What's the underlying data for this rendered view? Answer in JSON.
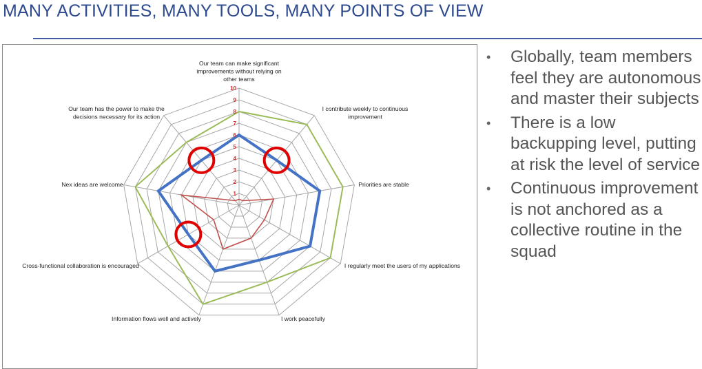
{
  "title": "MANY ACTIVITIES, MANY TOOLS, MANY POINTS OF VIEW",
  "bullets": [
    "Globally, team members feel they are autonomous and master their subjects",
    "There is a low backupping level, putting at risk the level of service",
    "Continuous improvement is not anchored as a collective routine in the squad"
  ],
  "chart_data": {
    "type": "radar",
    "axes": [
      "Our team can make significant improvements without relying on other teams",
      "I contribute weekly to continuous improvement",
      "Priorities are stable",
      "I regularly meet the users of my applications",
      "I work peacefully",
      "Information flows well and actively",
      "Cross-functional collaboration is encouraged",
      "Nex ideas are welcome",
      "Our team has the power to make the decisions necessary for its action"
    ],
    "ticks": [
      1,
      2,
      3,
      4,
      5,
      6,
      7,
      8,
      9,
      10
    ],
    "rmax": 10,
    "series": [
      {
        "color": "#4472c4",
        "width": 4,
        "values": [
          6,
          5,
          7,
          7,
          5,
          6,
          5,
          7,
          5
        ]
      },
      {
        "color": "#9bbb59",
        "width": 2,
        "values": [
          8,
          9,
          9,
          9,
          7,
          9,
          7,
          9,
          7
        ]
      },
      {
        "color": "#c0504d",
        "width": 1.6,
        "values": [
          0.5,
          0.5,
          3,
          2.5,
          3,
          4,
          2.5,
          5,
          0.5
        ]
      }
    ],
    "highlights": [
      {
        "axis": 1,
        "value": 5
      },
      {
        "axis": 8,
        "value": 5
      },
      {
        "axis": 6,
        "value": 5
      }
    ],
    "highlight_color": "#e00000",
    "grid_color": "#a6a6a6"
  }
}
